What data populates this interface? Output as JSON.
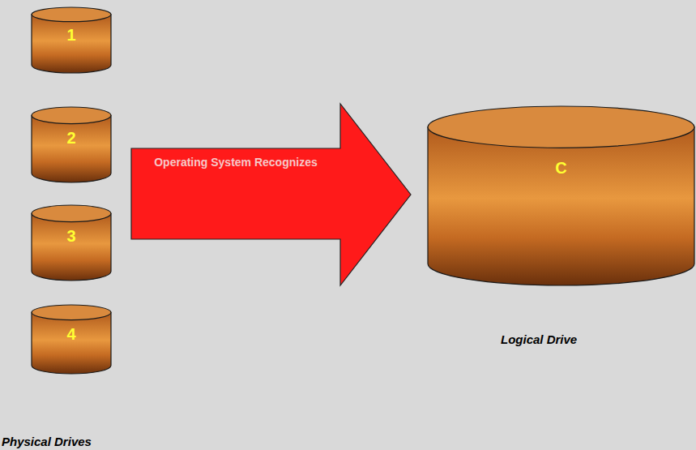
{
  "diagram": {
    "nodes": [
      {
        "text": [
          "1"
        ]
      },
      {
        "text": [
          "2"
        ]
      },
      {
        "text": [
          "3"
        ]
      },
      {
        "text": [
          "4"
        ]
      },
      {
        "text": [
          "Operating System Recognizes"
        ]
      },
      {
        "text": [
          "C"
        ]
      }
    ],
    "labels": [
      "Logical Drive",
      "Physical Drives"
    ]
  }
}
